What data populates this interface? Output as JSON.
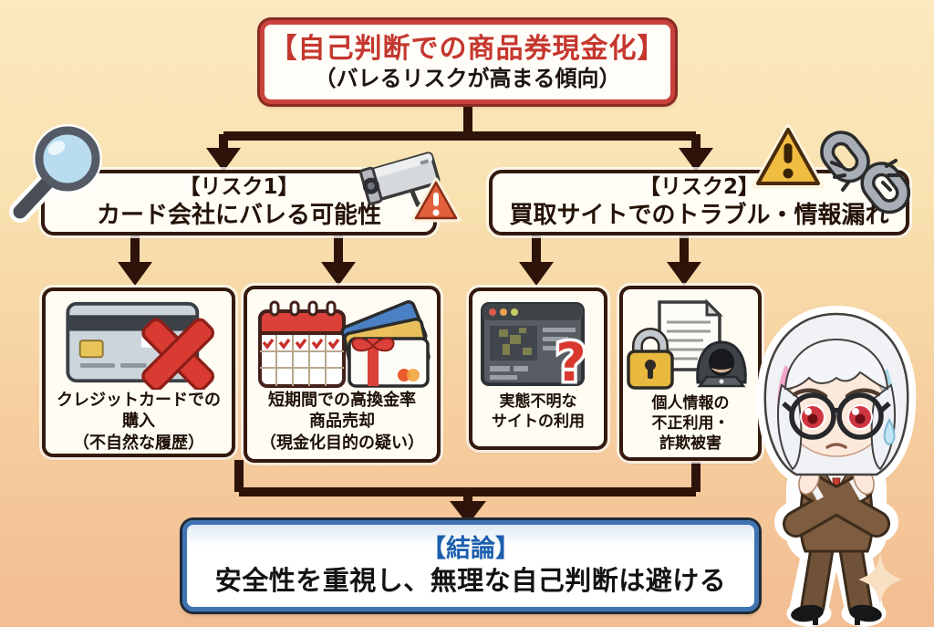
{
  "header": {
    "title": "【自己判断での商品券現金化】",
    "subtitle": "（バレるリスクが高まる傾向）"
  },
  "risk1": {
    "title": "【リスク1】",
    "description": "カード会社にバレる可能性"
  },
  "risk2": {
    "title": "【リスク2】",
    "description": "買取サイトでのトラブル・情報漏れ"
  },
  "risk1_items": [
    {
      "icon": "credit-card-x-icon",
      "lines": [
        "クレジットカードでの",
        "購入",
        "（不自然な履歴）"
      ]
    },
    {
      "icon": "calendar-giftcards-icon",
      "lines": [
        "短期間での高換金率",
        "商品売却",
        "（現金化目的の疑い）"
      ]
    }
  ],
  "risk2_items": [
    {
      "icon": "suspicious-website-icon",
      "lines": [
        "実態不明な",
        "サイトの利用"
      ]
    },
    {
      "icon": "padlock-hacker-icon",
      "lines": [
        "個人情報の",
        "不正利用・",
        "詐欺被害"
      ]
    }
  ],
  "conclusion": {
    "title": "【結論】",
    "text": "安全性を重視し、無理な自己判断は避ける"
  },
  "icons": {
    "magnifier": "magnifying-glass-icon",
    "camera": "security-camera-icon",
    "warning_orange": "warning-triangle-icon",
    "warning_amber": "warning-triangle-icon",
    "chain": "broken-chain-icon",
    "character": "chibi-businesswoman-crossed-arms",
    "sparkle": "sparkle-icon"
  },
  "colors": {
    "background_top": "#fbe9bf",
    "background_bottom": "#f2bd92",
    "accent_red": "#c5372e",
    "accent_blue": "#1c5fae",
    "connector_dark": "#2d1309",
    "warning_amber": "#f0bc42",
    "warning_orange": "#e2603c"
  }
}
